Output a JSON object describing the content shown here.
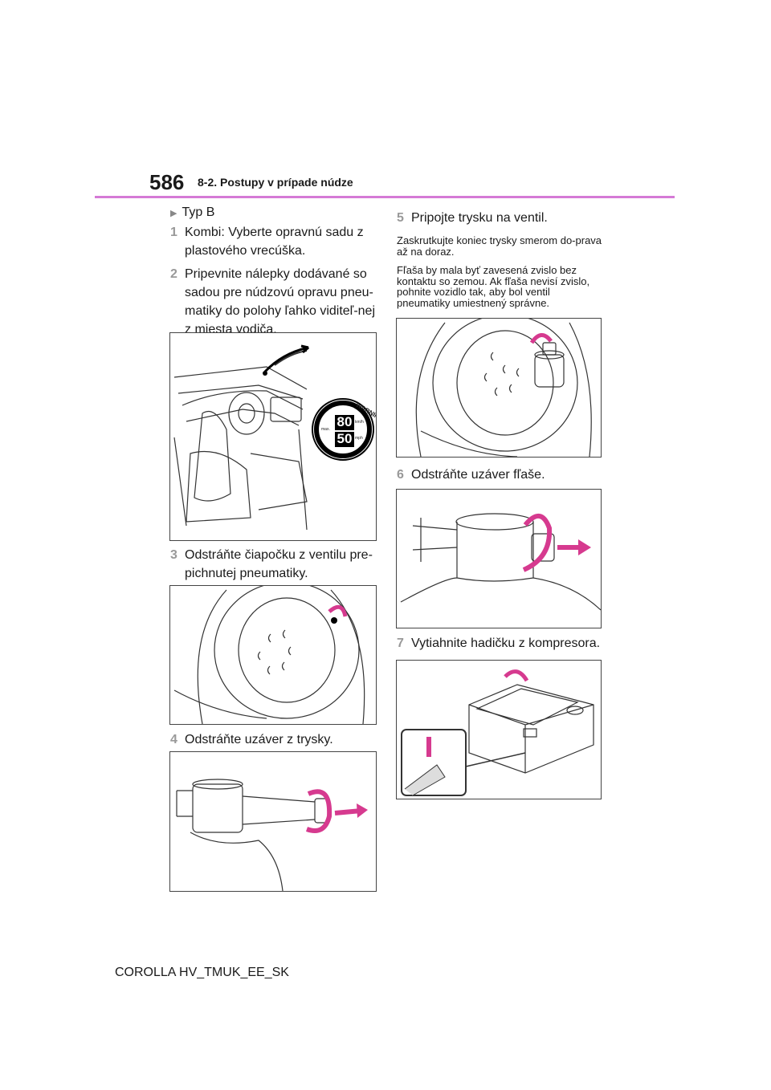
{
  "header": {
    "page_number": "586",
    "section": "8-2. Postupy v prípade núdze",
    "rule_color": "#d57ad6"
  },
  "left_column": {
    "type_label": "Typ B",
    "steps": [
      {
        "num": "1",
        "text": "Kombi: Vyberte opravnú sadu z plastového vrecúška."
      },
      {
        "num": "2",
        "text": "Pripevnite nálepky dodávané so sadou pre núdzovú opravu pneu-matiky do polohy ľahko viditeľ-nej z miesta vodiča."
      },
      {
        "num": "3",
        "text": "Odstráňte čiapočku z ventilu pre-pichnutej pneumatiky."
      },
      {
        "num": "4",
        "text": "Odstráňte uzáver z trysky."
      }
    ],
    "sticker": {
      "top_label": "WARNING",
      "value_1": "80",
      "unit_1": "km/h",
      "value_2": "50",
      "unit_2": "mph",
      "max_label": "max."
    }
  },
  "right_column": {
    "steps": [
      {
        "num": "5",
        "text": "Pripojte trysku na ventil."
      },
      {
        "num": "6",
        "text": "Odstráňte uzáver fľaše."
      },
      {
        "num": "7",
        "text": "Vytiahnite hadičku z kompresora."
      }
    ],
    "notes": [
      "Zaskrutkujte koniec trysky smerom do-prava až na doraz.",
      "Fľaša by mala byť zavesená zvislo bez kontaktu so zemou. Ak fľaša nevisí zvislo, pohnite vozidlo tak, aby bol ventil pneumatiky umiestnený správne."
    ]
  },
  "accent_color": "#d63a8f",
  "footer": {
    "model": "COROLLA HV_TMUK_EE_SK"
  }
}
